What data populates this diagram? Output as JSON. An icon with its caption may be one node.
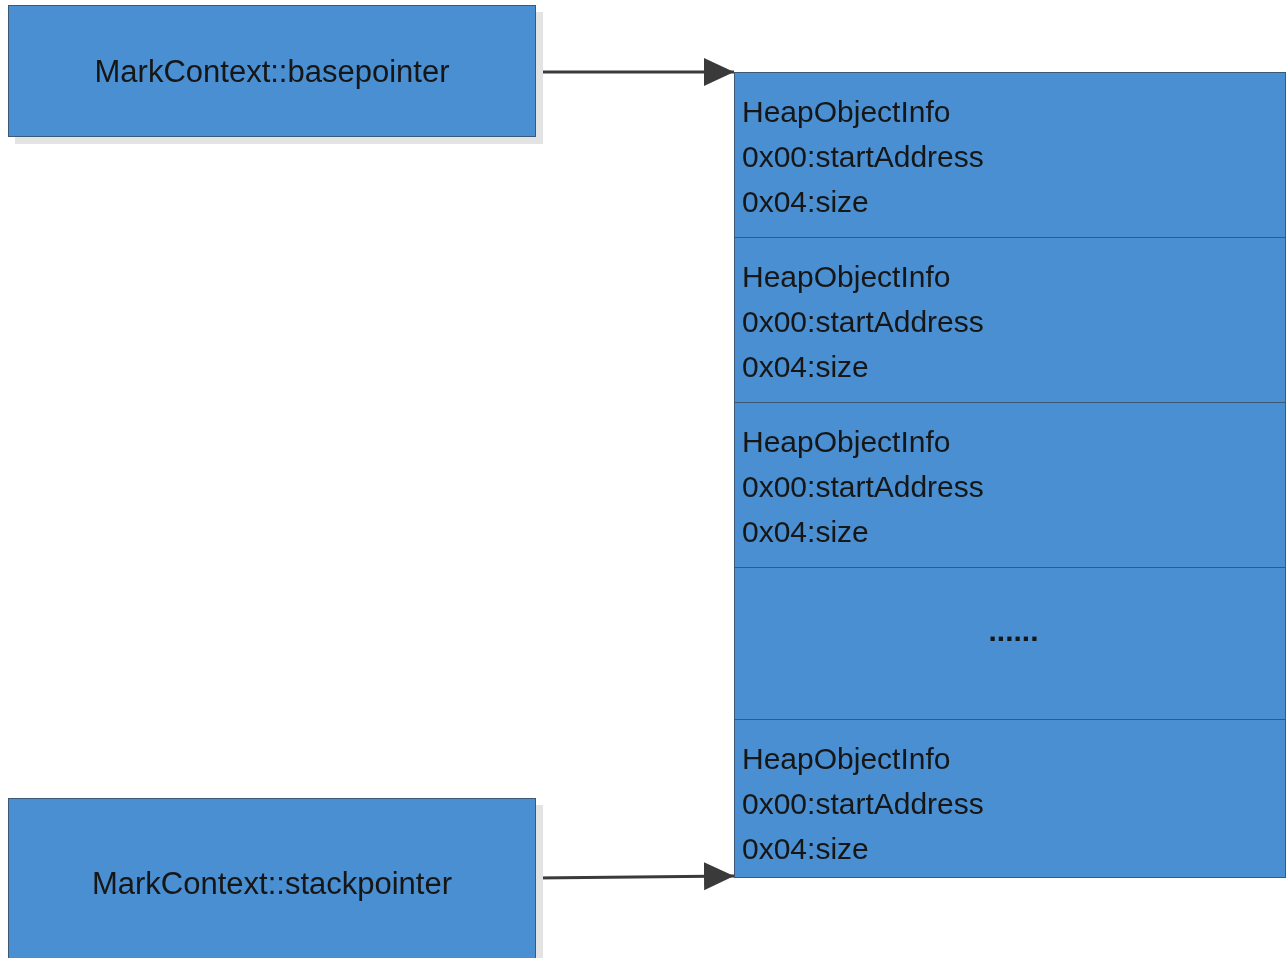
{
  "diagram": {
    "nodes": [
      {
        "text": [
          "MarkContext::basepointer"
        ]
      },
      {
        "text": [
          "HeapObjectInfo",
          "0x00:startAddress",
          "0x04:size"
        ]
      },
      {
        "text": [
          "HeapObjectInfo",
          "0x00:startAddress",
          "0x04:size"
        ]
      },
      {
        "text": [
          "HeapObjectInfo",
          "0x00:startAddress",
          "0x04:size"
        ]
      },
      {
        "text": [
          "......"
        ]
      },
      {
        "text": [
          "HeapObjectInfo",
          "0x00:startAddress",
          "0x04:size"
        ]
      },
      {
        "text": [
          "MarkContext::stackpointer"
        ]
      }
    ],
    "edges": [
      {
        "from": 0,
        "to": 1,
        "arrow": "to"
      },
      {
        "from": 6,
        "to": 5,
        "arrow": "to"
      }
    ]
  }
}
